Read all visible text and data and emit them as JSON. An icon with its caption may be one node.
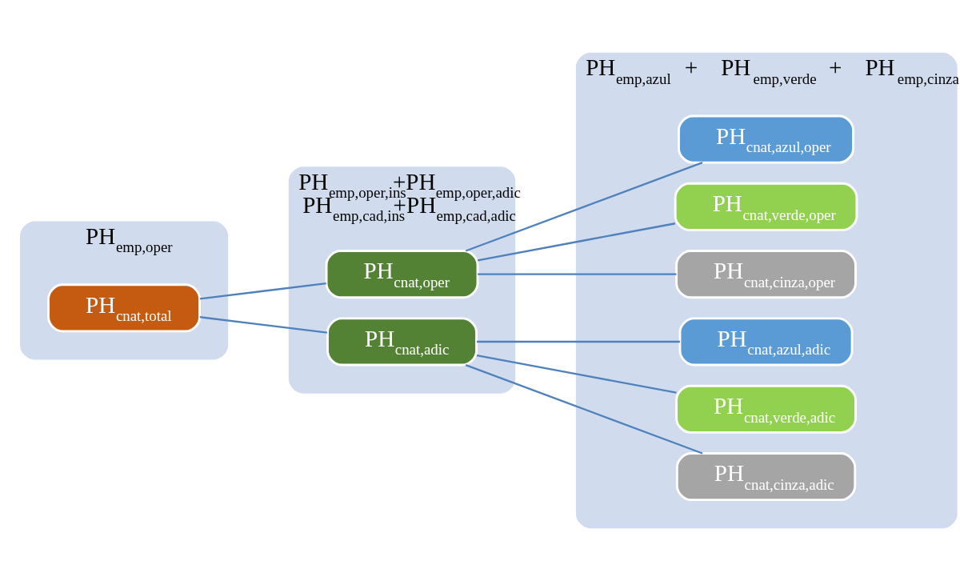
{
  "diagram": {
    "nodes": [
      {
        "text": [
          "PH$_{emp,oper}$"
        ]
      },
      {
        "text": [
          "PH$_{emp,oper,ins}$+PH$_{emp,oper,adic}$",
          "PH$_{emp,cad,ins}$+PH$_{emp,cad,adic}$"
        ]
      },
      {
        "text": [
          "PH$_{emp,azul}$ + PH$_{emp,verde}$ + PH$_{emp,cinza}$"
        ]
      },
      {
        "text": [
          "PH$_{cnat,total}$"
        ],
        "in": 0
      },
      {
        "text": [
          "PH$_{cnat,oper}$"
        ],
        "in": 1
      },
      {
        "text": [
          "PH$_{cnat,adic}$"
        ],
        "in": 1
      },
      {
        "text": [
          "PH$_{cnat,azul,oper}$"
        ],
        "in": 2
      },
      {
        "text": [
          "PH$_{cnat,verde,oper}$"
        ],
        "in": 2
      },
      {
        "text": [
          "PH$_{cnat,cinza,oper}$"
        ],
        "in": 2
      },
      {
        "text": [
          "PH$_{cnat,azul,adic}$"
        ],
        "in": 2
      },
      {
        "text": [
          "PH$_{cnat,verde,adic}$"
        ],
        "in": 2
      },
      {
        "text": [
          "PH$_{cnat,cinza,adic}$"
        ],
        "in": 2
      }
    ],
    "edges": [
      {
        "from": 3,
        "to": 4,
        "arrow": "none"
      },
      {
        "from": 3,
        "to": 5,
        "arrow": "none"
      },
      {
        "from": 4,
        "to": 6,
        "arrow": "none"
      },
      {
        "from": 4,
        "to": 7,
        "arrow": "none"
      },
      {
        "from": 4,
        "to": 8,
        "arrow": "none"
      },
      {
        "from": 5,
        "to": 9,
        "arrow": "none"
      },
      {
        "from": 5,
        "to": 10,
        "arrow": "none"
      },
      {
        "from": 5,
        "to": 11,
        "arrow": "none"
      }
    ]
  }
}
